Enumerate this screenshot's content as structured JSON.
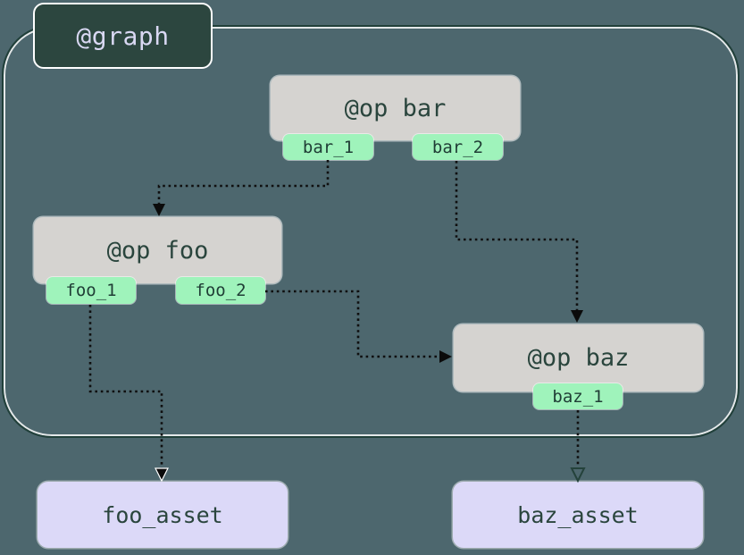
{
  "graph": {
    "label": "@graph",
    "ops": [
      {
        "id": "bar",
        "title": "@op bar",
        "outputs": [
          "bar_1",
          "bar_2"
        ]
      },
      {
        "id": "foo",
        "title": "@op foo",
        "outputs": [
          "foo_1",
          "foo_2"
        ]
      },
      {
        "id": "baz",
        "title": "@op baz",
        "outputs": [
          "baz_1"
        ]
      }
    ],
    "assets": [
      {
        "id": "foo_asset",
        "label": "foo_asset"
      },
      {
        "id": "baz_asset",
        "label": "baz_asset"
      }
    ],
    "edges": [
      {
        "from": "bar.bar_1",
        "to": "foo"
      },
      {
        "from": "bar.bar_2",
        "to": "baz"
      },
      {
        "from": "foo.foo_2",
        "to": "baz"
      },
      {
        "from": "foo.foo_1",
        "to": "foo_asset"
      },
      {
        "from": "baz.baz_1",
        "to": "baz_asset"
      }
    ],
    "colors": {
      "background": "#4d676e",
      "graph_box_fill": "#2c463f",
      "graph_box_text": "#d9d8f3",
      "graph_border": "#21403a",
      "op_fill": "#d5d3d0",
      "op_text": "#2a453d",
      "output_tag_fill": "#9ff3bb",
      "output_tag_text": "#1f3d35",
      "asset_fill": "#dcd9f8",
      "asset_text": "#2a453d",
      "edge": "#0f0f0f"
    }
  }
}
